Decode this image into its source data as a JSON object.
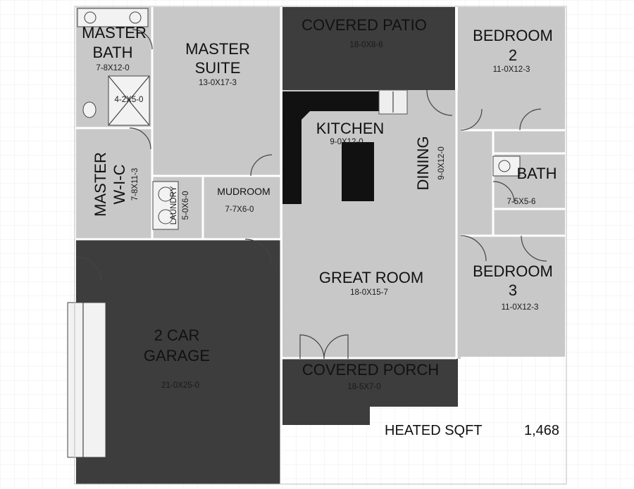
{
  "rooms": {
    "master_bath": {
      "name_line1": "MASTER",
      "name_line2": "BATH",
      "dims": "7-8X12-0",
      "shower_dims": "4-2X5-0"
    },
    "master_suite": {
      "name_line1": "MASTER",
      "name_line2": "SUITE",
      "dims": "13-0X17-3"
    },
    "covered_patio": {
      "name": "COVERED PATIO",
      "dims": "18-0X8-6"
    },
    "bedroom_2": {
      "name_line1": "BEDROOM",
      "name_line2": "2",
      "dims": "11-0X12-3"
    },
    "kitchen": {
      "name": "KITCHEN",
      "dims": "9-0X12-0"
    },
    "dining": {
      "name": "DINING",
      "dims": "9-0X12-0"
    },
    "bath": {
      "name": "BATH",
      "dims": "7-5X5-6"
    },
    "master_wic": {
      "name_line1": "MASTER",
      "name_line2": "W-I-C",
      "dims": "7-8X11-3"
    },
    "laundry": {
      "name": "LAUNDRY",
      "dims": "5-0X6-0"
    },
    "mudroom": {
      "name": "MUDROOM",
      "dims": "7-7X6-0"
    },
    "great_room": {
      "name": "GREAT ROOM",
      "dims": "18-0X15-7"
    },
    "bedroom_3": {
      "name_line1": "BEDROOM",
      "name_line2": "3",
      "dims": "11-0X12-3"
    },
    "garage": {
      "name_line1": "2 CAR",
      "name_line2": "GARAGE",
      "dims": "21-0X25-0"
    },
    "covered_porch": {
      "name": "COVERED PORCH",
      "dims": "18-5X7-0"
    }
  },
  "summary": {
    "label": "HEATED SQFT",
    "value": "1,468"
  },
  "colors": {
    "room_fill": "#c8c8c8",
    "dark_fill": "#3d3d3d",
    "cabinet": "#111111",
    "grid": "#ececec"
  }
}
